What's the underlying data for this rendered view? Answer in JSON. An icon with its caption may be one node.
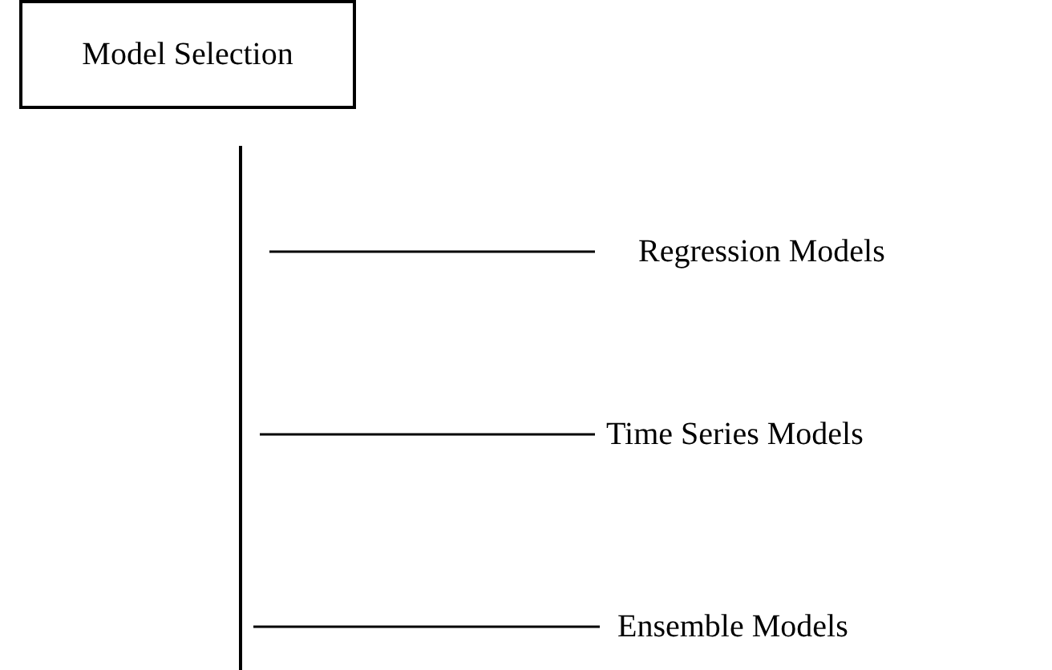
{
  "diagram": {
    "nodes": [
      {
        "text": [
          "Model Selection"
        ]
      },
      {
        "text": [
          "Regression Models"
        ]
      },
      {
        "text": [
          "Time Series Models"
        ]
      },
      {
        "text": [
          "Ensemble Models"
        ]
      }
    ],
    "edges": [
      {
        "from": null,
        "to": 1,
        "arrow": "none"
      },
      {
        "from": null,
        "to": 2,
        "arrow": "none"
      },
      {
        "from": null,
        "to": 3,
        "arrow": "none"
      }
    ]
  }
}
